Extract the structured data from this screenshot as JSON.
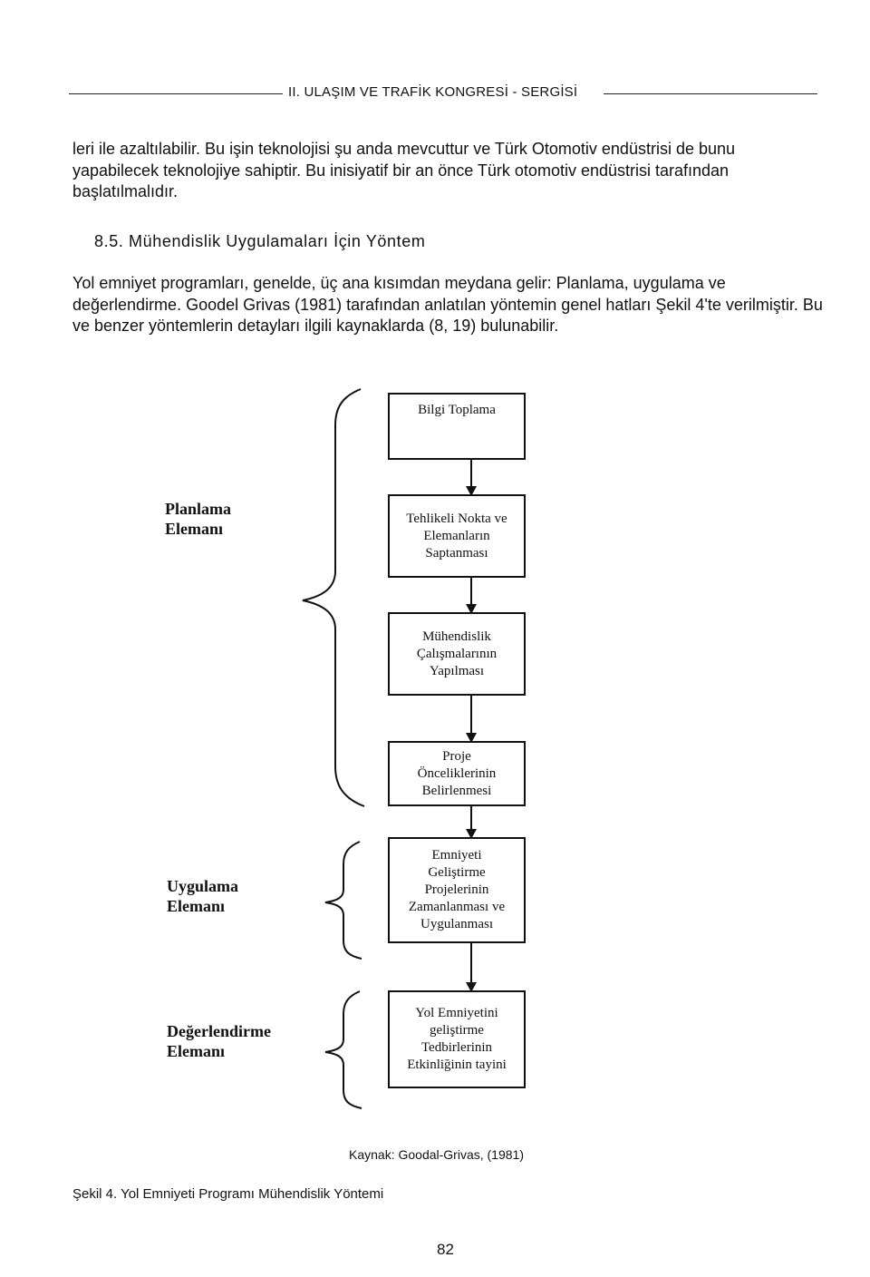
{
  "header": {
    "title": "II. ULAŞIM VE TRAFİK KONGRESİ - SERGİSİ"
  },
  "body": {
    "paragraph1": "leri ile azaltılabilir. Bu işin teknolojisi şu anda mevcuttur ve Türk Otomotiv endüstrisi de bunu yapabilecek teknolojiye sahiptir. Bu inisiyatif bir an önce Türk otomotiv endüstrisi tarafından başlatılmalıdır.",
    "section_heading": "8.5. Mühendislik Uygulamaları İçin Yöntem",
    "paragraph2": "Yol emniyet programları, genelde, üç ana kısımdan meydana gelir: Planlama, uygulama ve değerlendirme. Goodel Grivas (1981) tarafından anlatılan yöntemin genel hatları Şekil 4'te verilmiştir. Bu ve benzer yöntemlerin detayları ilgili kaynaklarda (8, 19) bulunabilir."
  },
  "figure": {
    "labels": {
      "planning": "Planlama\nElemanı",
      "application": "Uygulama\nElemanı",
      "evaluation": "Değerlendirme\nElemanı"
    },
    "boxes": [
      "Bilgi Toplama",
      "Tehlikeli Nokta ve\nElemanların\nSaptanması",
      "Mühendislik\nÇalışmalarının\nYapılması",
      "Proje\nÖnceliklerinin\nBelirlenmesi",
      "Emniyeti\nGeliştirme\nProjelerinin\nZamanlanması ve\nUygulanması",
      "Yol Emniyetini\ngeliştirme\nTedbirlerinin\nEtkinliğinin tayini"
    ],
    "source": "Kaynak: Goodal-Grivas, (1981)",
    "caption": "Şekil 4. Yol Emniyeti Programı Mühendislik Yöntemi"
  },
  "footer": {
    "page_number": "82"
  }
}
